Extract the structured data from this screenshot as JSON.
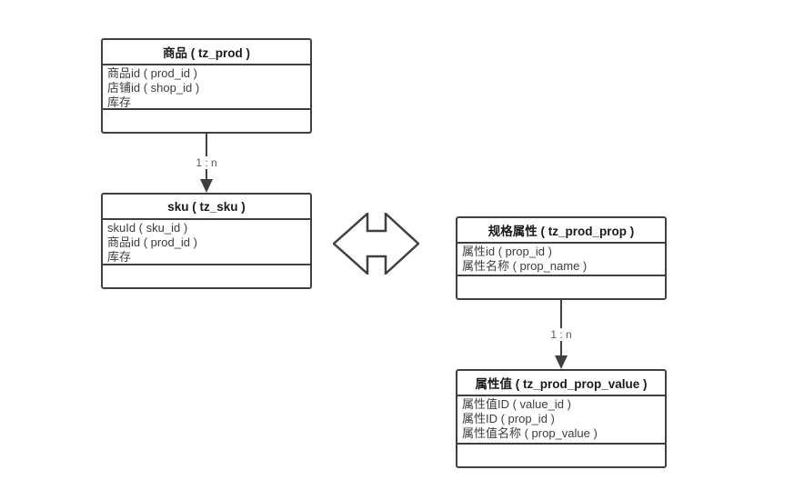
{
  "diagram": {
    "entities": [
      {
        "id": "prod",
        "title": "商品 ( tz_prod )",
        "fields": [
          "商品id ( prod_id )",
          "店铺id ( shop_id )",
          "库存"
        ]
      },
      {
        "id": "sku",
        "title": "sku ( tz_sku )",
        "fields": [
          "skuId ( sku_id )",
          "商品id ( prod_id )",
          "库存"
        ]
      },
      {
        "id": "prod_prop",
        "title": "规格属性 ( tz_prod_prop )",
        "fields": [
          "属性id ( prop_id )",
          "属性名称 ( prop_name )"
        ]
      },
      {
        "id": "prop_value",
        "title": "属性值 ( tz_prod_prop_value )",
        "fields": [
          "属性值ID ( value_id )",
          "属性ID ( prop_id )",
          "属性值名称 ( prop_value )"
        ]
      }
    ],
    "relations": [
      {
        "from": "prod",
        "to": "sku",
        "label": "1 : n"
      },
      {
        "from": "prod_prop",
        "to": "prop_value",
        "label": "1 : n"
      }
    ],
    "icons": {
      "double_arrow": "left-right-double-arrow-icon"
    },
    "colors": {
      "background": "#ffffff",
      "border": "#404040",
      "title_text": "#1a1a1a",
      "field_text": "#3d3d3d",
      "relation_label_text": "#595959"
    }
  }
}
